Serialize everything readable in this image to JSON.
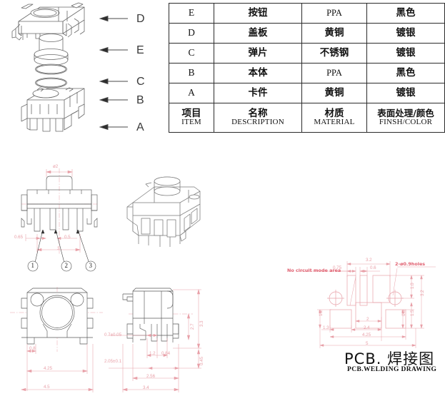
{
  "bom": {
    "columns": [
      "ITEM",
      "DESCRIPTION",
      "MATERIAL",
      "FINSH/COLOR"
    ],
    "rows": [
      {
        "item": "E",
        "desc": "按钮",
        "material": "PPA",
        "finish": "黑色"
      },
      {
        "item": "D",
        "desc": "盖板",
        "material": "黄铜",
        "finish": "镀银"
      },
      {
        "item": "C",
        "desc": "弹片",
        "material": "不锈钢",
        "finish": "镀银"
      },
      {
        "item": "B",
        "desc": "本体",
        "material": "PPA",
        "finish": "黑色"
      },
      {
        "item": "A",
        "desc": "卡件",
        "material": "黄铜",
        "finish": "镀银"
      }
    ],
    "header": {
      "item_cn": "项目",
      "item_en": "ITEM",
      "desc_cn": "名称",
      "desc_en": "DESCRIPTION",
      "material_cn": "材质",
      "material_en": "MATERIAL",
      "finish_cn": "表面处理/颜色",
      "finish_en": "FINSH/COLOR"
    }
  },
  "exploded_view": {
    "labels": [
      "D",
      "E",
      "C",
      "B",
      "A"
    ]
  },
  "front_view": {
    "dimensions": {
      "diameter_top": "ø2",
      "left_pin": "0.65",
      "right_pin": "0.5",
      "pin_span": "3"
    },
    "balloons": [
      "1",
      "2",
      "3"
    ]
  },
  "top_view": {
    "dimensions": {
      "edge": "0.8",
      "inner_width": "4.25",
      "overall_width": "4.5"
    }
  },
  "side_view": {
    "dimensions": {
      "pin_thickness": "0.7±0.05",
      "pin_height": "2.05±0.1",
      "gap_a": "1.2",
      "gap_b": "0.84",
      "inner_depth": "2.56",
      "overall_depth": "3.4",
      "total_height": "3.3",
      "body_height": "2.7",
      "foot_height": "0.45"
    }
  },
  "pcb": {
    "title_cn": "PCB. 焊接图",
    "title_en": "PCB.WELDING DRAWING",
    "notes": {
      "no_circuit": "No circuit mode area",
      "holes": "2-ø0.9holes"
    },
    "dimensions": {
      "top_span": "3.2",
      "pad_left": "0.75",
      "pad_gap": "0.6",
      "hole_offset_v": "1.0",
      "right_height": "3.2",
      "mid_v": "1.5",
      "pad_v": "0.8",
      "left_pad_v": "1.2",
      "inner_pad": "2",
      "mid_span": "2.4",
      "left_offset": "1.3",
      "inner_span": "4.25",
      "overall_span": "5"
    }
  },
  "colors": {
    "line": "#4a4a4a",
    "dim": "#e8a0a8",
    "dim_text": "#e8a0a8",
    "note": "#e06070",
    "table_border": "#2b2b2b"
  }
}
